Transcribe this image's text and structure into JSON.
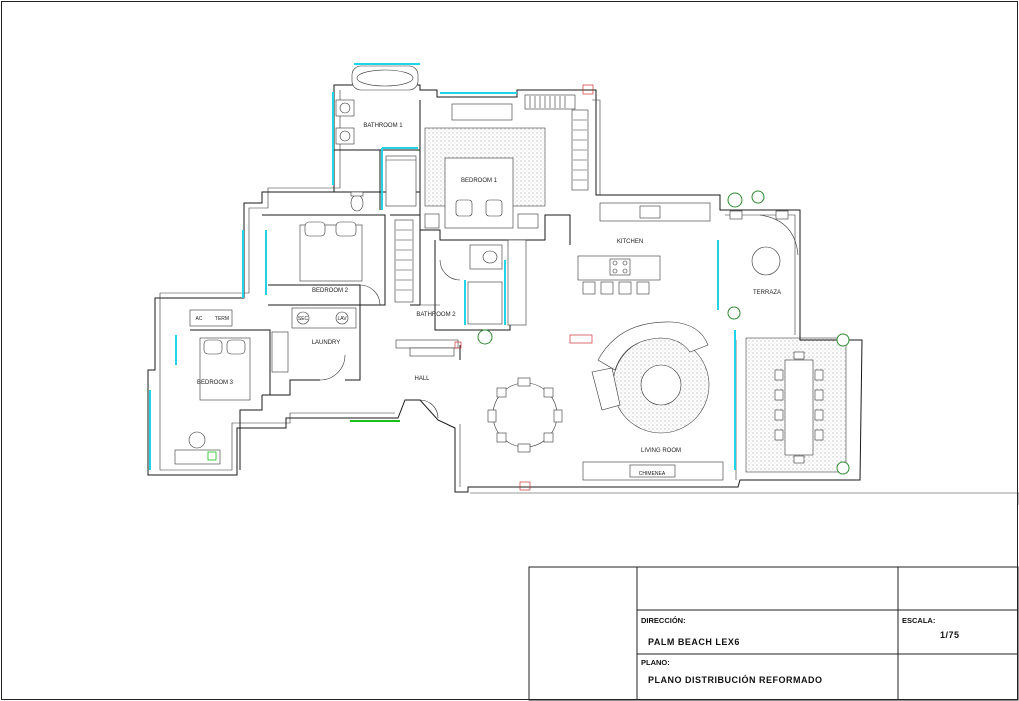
{
  "plan": {
    "rooms": {
      "bathroom1": "BATHROOM 1",
      "bedroom1": "BEDROOM 1",
      "bedroom2": "BEDROOM 2",
      "bedroom3": "BEDROOM 3",
      "bathroom2": "BATHROOM 2",
      "laundry": "LAUNDRY",
      "hall": "HALL",
      "kitchen": "KITCHEN",
      "living": "LIVING ROOM",
      "terraza": "TERRAZA"
    },
    "tags": {
      "ac": "AC",
      "term": "TERM",
      "sec": "SEC",
      "lav": "LAV",
      "chimenea": "CHIMENEA"
    }
  },
  "title_block": {
    "direccion_label": "DIRECCIÓN:",
    "direccion_value": "PALM BEACH LEX6",
    "escala_label": "ESCALA:",
    "escala_value": "1/75",
    "plano_label": "PLANO:",
    "plano_value": "PLANO DISTRIBUCIÓN REFORMADO"
  },
  "colors": {
    "glazing": "#22d3e6",
    "plants": "#2e8b2e",
    "lines": "#1a1a1a"
  }
}
